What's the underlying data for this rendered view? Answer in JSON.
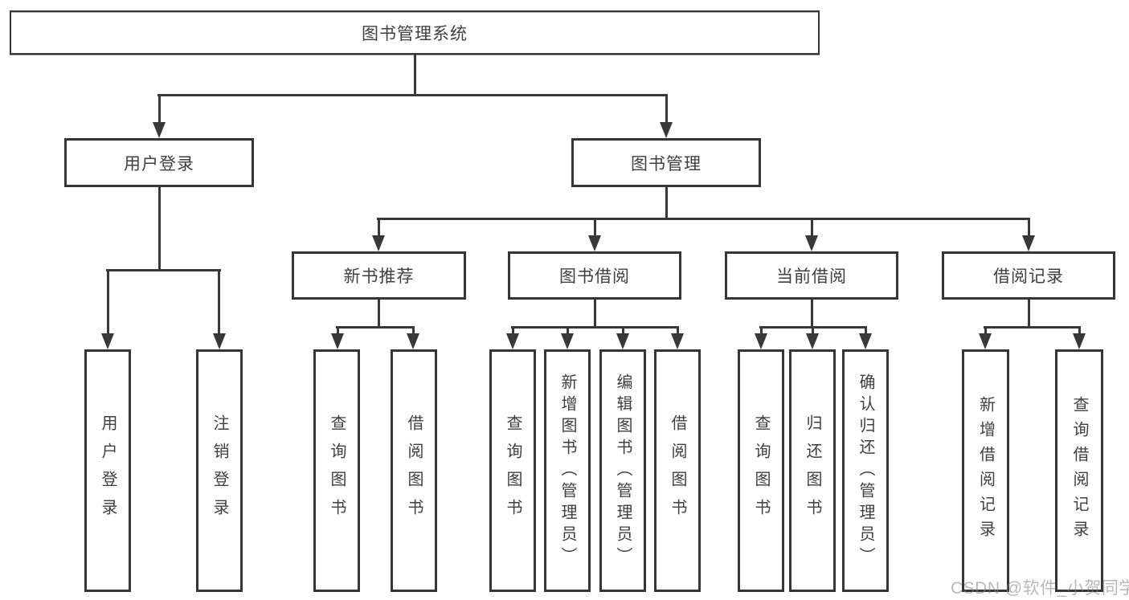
{
  "diagram": {
    "title_node": {
      "label": "图书管理系统"
    },
    "level2": [
      {
        "id": "user-login",
        "label": "用户登录"
      },
      {
        "id": "book-management",
        "label": "图书管理"
      }
    ],
    "level3": [
      {
        "id": "new-book-recommend",
        "label": "新书推荐"
      },
      {
        "id": "book-borrowing",
        "label": "图书借阅"
      },
      {
        "id": "current-borrowing",
        "label": "当前借阅"
      },
      {
        "id": "borrowing-records",
        "label": "借阅记录"
      }
    ],
    "leaves": [
      {
        "id": "user-login",
        "parent": "用户登录",
        "label": "用户登录"
      },
      {
        "id": "logout",
        "parent": "用户登录",
        "label": "注销登录"
      },
      {
        "id": "query-books",
        "parent": "新书推荐",
        "label": "查询图书"
      },
      {
        "id": "borrow-books",
        "parent": "新书推荐",
        "label": "借阅图书"
      },
      {
        "id": "query-books-2",
        "parent": "图书借阅",
        "label": "查询图书"
      },
      {
        "id": "add-book-admin",
        "parent": "图书借阅",
        "label": "新增图书（管理员）"
      },
      {
        "id": "edit-book-admin",
        "parent": "图书借阅",
        "label": "编辑图书（管理员）"
      },
      {
        "id": "borrow-books-2",
        "parent": "图书借阅",
        "label": "借阅图书"
      },
      {
        "id": "query-books-3",
        "parent": "当前借阅",
        "label": "查询图书"
      },
      {
        "id": "return-book",
        "parent": "当前借阅",
        "label": "归还图书"
      },
      {
        "id": "confirm-return-admin",
        "parent": "当前借阅",
        "label": "确认归还（管理员）"
      },
      {
        "id": "add-borrow-record",
        "parent": "借阅记录",
        "label": "新增借阅记录"
      },
      {
        "id": "query-borrow-record",
        "parent": "借阅记录",
        "label": "查询借阅记录"
      }
    ]
  },
  "watermark": {
    "text": "CSDN @软件_小贺同学"
  },
  "colors": {
    "line": "#383838",
    "border": "#353535",
    "text": "#3f3f3f",
    "background": "#ffffff",
    "watermark_gray": "#80808.5"
  }
}
